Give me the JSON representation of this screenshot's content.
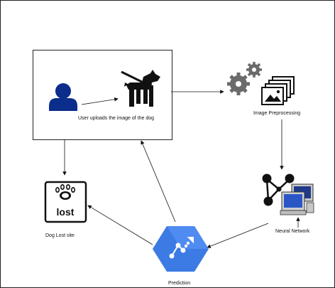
{
  "diagram": {
    "labels": {
      "upload": "User uploads the image of the dog",
      "preprocessing": "Image Preprocessing",
      "neural_network": "Neural Network",
      "prediction": "Prediction",
      "lost_site": "Dog Lost site",
      "lost_icon_text": "lost"
    },
    "colors": {
      "user": "#0b2d8c",
      "dog": "#111111",
      "gear": "#6b6b6b",
      "prediction_bg": "#3c7ae4",
      "prediction_bg_light": "#4f8bf0",
      "arrow": "#111111"
    },
    "icons": [
      "user-icon",
      "dog-on-leash-icon",
      "gears-icon",
      "images-stack-icon",
      "network-icon",
      "computers-icon",
      "paw-lost-icon",
      "prediction-icon"
    ]
  }
}
